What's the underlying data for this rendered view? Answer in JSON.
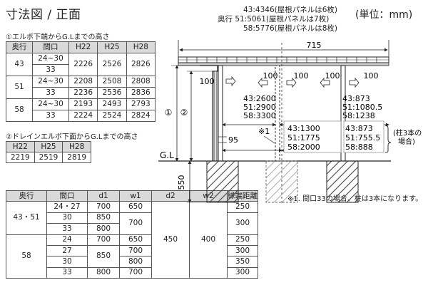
{
  "title": "寸法図 / 正面",
  "unit": "(単位：mm)",
  "header_lines": [
    "43:4346(屋根パネルは6枚)",
    "奥行 51:5061(屋根パネルは7枚)",
    "58:5776(屋根パネルは8枚)"
  ],
  "table1": {
    "heading": "①エルボ下端からG.Lまでの高さ",
    "headers": [
      "奥行",
      "間口",
      "H22",
      "H25",
      "H28"
    ],
    "groups": [
      {
        "depth": "43",
        "rows": [
          [
            "24~30",
            "2226",
            "2526",
            "2826"
          ],
          [
            "33",
            "",
            "",
            ""
          ]
        ]
      },
      {
        "depth": "51",
        "rows": [
          [
            "24~30",
            "2208",
            "2508",
            "2808"
          ],
          [
            "33",
            "2236",
            "2536",
            "2836"
          ]
        ]
      },
      {
        "depth": "58",
        "rows": [
          [
            "24~30",
            "2193",
            "2493",
            "2793"
          ],
          [
            "33",
            "2224",
            "2524",
            "2824"
          ]
        ]
      }
    ]
  },
  "table2": {
    "heading": "②ドレインエルボ下面からG.Lまでの高さ",
    "headers": [
      "H22",
      "H25",
      "H28"
    ],
    "values": [
      "2219",
      "2519",
      "2819"
    ]
  },
  "table3": {
    "headers": [
      "奥行",
      "間口",
      "d1",
      "w1",
      "d2",
      "w2",
      "縁端距離"
    ],
    "d2": "450",
    "w2": "400",
    "groups": [
      {
        "depth": "43・51",
        "rows": [
          {
            "w": "24・27",
            "d1": "700",
            "w1": "650",
            "edge": "250"
          },
          {
            "w": "30",
            "d1": "850",
            "w1": "700",
            "edge": "300"
          },
          {
            "w": "33",
            "d1": "800",
            "w1": "",
            "edge": ""
          }
        ]
      },
      {
        "depth": "58",
        "rows": [
          {
            "w": "24",
            "d1": "700",
            "w1": "650",
            "edge": "250"
          },
          {
            "w": "27",
            "d1": "850",
            "w1": "700",
            "edge": "300"
          },
          {
            "w": "30",
            "d1": "",
            "w1": "800",
            "edge": "350"
          },
          {
            "w": "33",
            "d1": "800",
            "w1": "700",
            "edge": "300"
          }
        ]
      }
    ]
  },
  "diagram": {
    "dim_715": "715",
    "dim_100": "100",
    "gl_label": "G.L",
    "dim_550": "550",
    "dim_95": "95",
    "circle_1": "①",
    "circle_2": "②",
    "note_mark": "※1",
    "center_label": [
      "43:2600",
      "51:2900",
      "58:3300"
    ],
    "lower_center_label": [
      "43:1300",
      "51:1775",
      "58:2000"
    ],
    "right_label": [
      "43:873",
      "51:1080.5",
      "58:1238"
    ],
    "lower_right_label": [
      "43:873",
      "51:755.5",
      "58:888"
    ],
    "pillar_note": [
      "(柱3本の",
      "場合)"
    ]
  },
  "note": "※1. 間口33の場合、柱は3本になります。",
  "colors": {
    "header_gray": "#d9d9d9",
    "line": "#555555",
    "highlight": "#e9e9e9"
  }
}
